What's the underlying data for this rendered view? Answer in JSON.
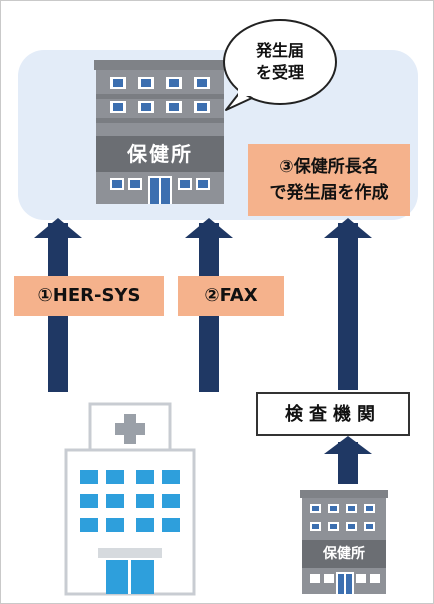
{
  "health_center": {
    "sign_label": "保健所",
    "speech_bubble": [
      "発生届",
      "を受理"
    ]
  },
  "routes": [
    {
      "label": "①HER-SYS"
    },
    {
      "label": "②FAX"
    },
    {
      "label_lines": [
        "③保健所長名",
        "で発生届を作成"
      ]
    }
  ],
  "lab": {
    "label": "検査機関",
    "health_center_label": "保健所"
  },
  "colors": {
    "panel": "#e3ecf8",
    "arrow": "#1f3864",
    "label_bg": "#f5b28c",
    "building": "#8e9197",
    "window": "#3c6fb0",
    "hospital_window": "#2e9fdc"
  }
}
